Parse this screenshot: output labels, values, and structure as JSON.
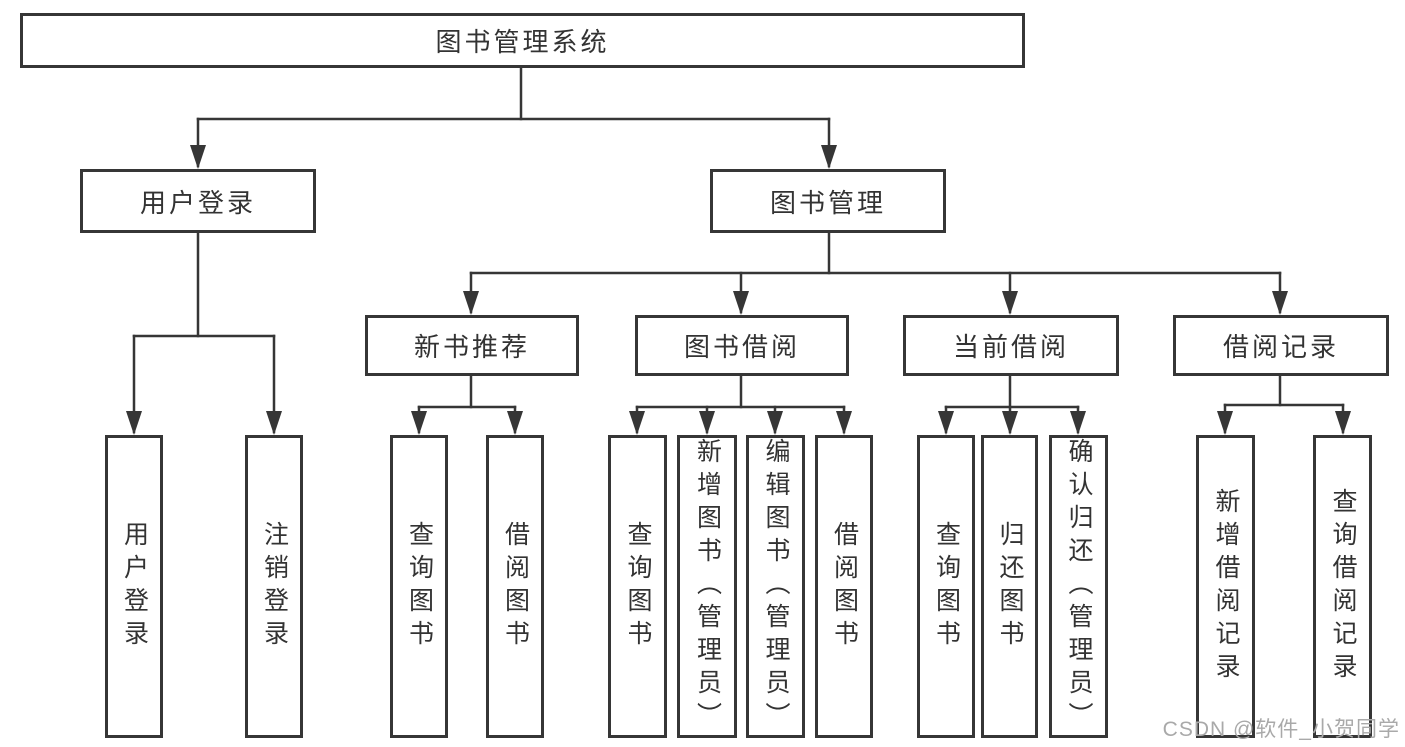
{
  "diagram": {
    "root": {
      "label": "图书管理系统"
    },
    "level2": [
      {
        "label": "用户登录"
      },
      {
        "label": "图书管理"
      }
    ],
    "level3": [
      {
        "label": "新书推荐"
      },
      {
        "label": "图书借阅"
      },
      {
        "label": "当前借阅"
      },
      {
        "label": "借阅记录"
      }
    ],
    "leaves": {
      "user_login": [
        "用户登录",
        "注销登录"
      ],
      "new_book": [
        "查询图书",
        "借阅图书"
      ],
      "book_borrow": [
        "查询图书",
        "新增图书（管理员）",
        "编辑图书（管理员）",
        "借阅图书"
      ],
      "current_borrow": [
        "查询图书",
        "归还图书",
        "确认归还（管理员）"
      ],
      "borrow_records": [
        "新增借阅记录",
        "查询借阅记录"
      ]
    }
  },
  "watermark": {
    "text": "CSDN @软件_小贺同学"
  },
  "colors": {
    "line": "#363636",
    "text": "#333333",
    "watermark": "#a9a9a9",
    "bg": "#ffffff"
  }
}
